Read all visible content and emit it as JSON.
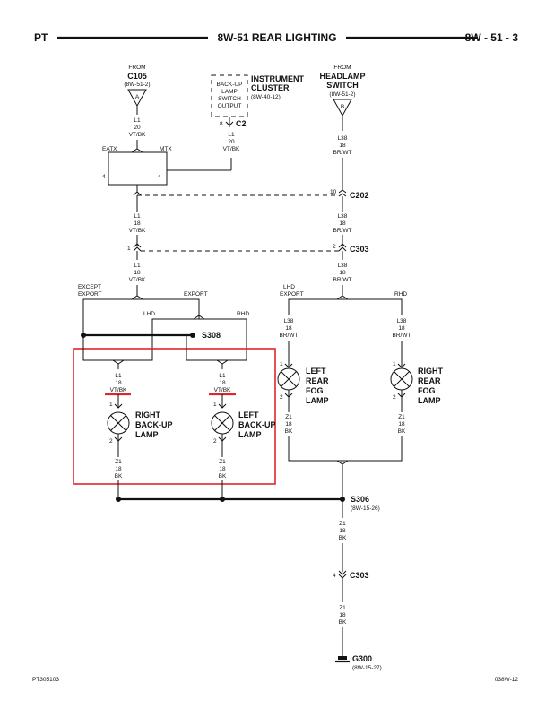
{
  "header": {
    "left": "PT",
    "title": "8W-51 REAR LIGHTING",
    "page": "8W - 51 - 3"
  },
  "footer": {
    "left": "PT305103",
    "right": "038W-12"
  },
  "sources": {
    "c105": {
      "from": "FROM",
      "name": "C105",
      "ref": "(8W-51-2)",
      "letter": "A"
    },
    "cluster": {
      "name1": "INSTRUMENT",
      "name2": "CLUSTER",
      "ref": "(8W-40-12)",
      "box": [
        "BACK-UP",
        "LAMP",
        "SWITCH",
        "OUTPUT"
      ],
      "pin": "8",
      "conn": "C2"
    },
    "headlamp": {
      "from": "FROM",
      "name1": "HEADLAMP",
      "name2": "SWITCH",
      "ref": "(8W-51-2)",
      "letter": "B"
    }
  },
  "labels": {
    "eatx": "EATX",
    "mtx": "MTX",
    "pin4": "4",
    "except": "EXCEPT",
    "export": "EXPORT",
    "lhd": "LHD",
    "rhd": "RHD"
  },
  "wires": {
    "l1_20": [
      "L1",
      "20",
      "VT/BK"
    ],
    "l1_18": [
      "L1",
      "18",
      "VT/BK"
    ],
    "l38_18": [
      "L38",
      "18",
      "BR/WT"
    ],
    "z1_18": [
      "Z1",
      "18",
      "BK"
    ]
  },
  "connectors": {
    "c202": {
      "name": "C202",
      "pin_left": "10"
    },
    "c303": {
      "name": "C303",
      "pin_left": "1",
      "pin_right": "2"
    },
    "c303_bottom": {
      "name": "C303",
      "pin": "4"
    }
  },
  "splices": {
    "s308": "S308",
    "s306": {
      "name": "S306",
      "ref": "(8W-15-26)"
    }
  },
  "ground": {
    "name": "G300",
    "ref": "(8W-15-27)"
  },
  "lamps": {
    "right_backup": [
      "RIGHT",
      "BACK-UP",
      "LAMP"
    ],
    "left_backup": [
      "LEFT",
      "BACK-UP",
      "LAMP"
    ],
    "left_fog": [
      "LEFT",
      "REAR",
      "FOG",
      "LAMP"
    ],
    "right_fog": [
      "RIGHT",
      "REAR",
      "FOG",
      "LAMP"
    ],
    "pin1": "1",
    "pin2": "2"
  },
  "colors": {
    "highlight": "#e0262a",
    "line": "#111111"
  }
}
